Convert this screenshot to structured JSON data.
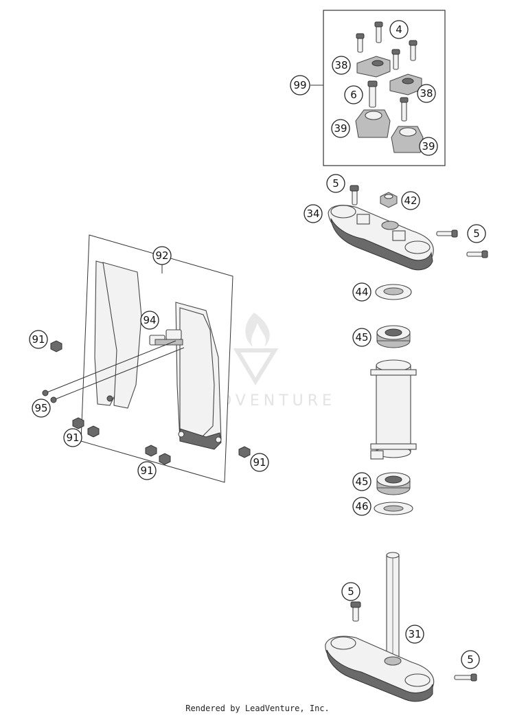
{
  "diagram": {
    "watermark": "LEADVENTURE",
    "footer": "Rendered by LeadVenture, Inc.",
    "callouts": [
      {
        "id": "c4",
        "label": "4"
      },
      {
        "id": "c38a",
        "label": "38"
      },
      {
        "id": "c99",
        "label": "99"
      },
      {
        "id": "c6",
        "label": "6"
      },
      {
        "id": "c38b",
        "label": "38"
      },
      {
        "id": "c39a",
        "label": "39"
      },
      {
        "id": "c39b",
        "label": "39"
      },
      {
        "id": "c5a",
        "label": "5"
      },
      {
        "id": "c42",
        "label": "42"
      },
      {
        "id": "c34",
        "label": "34"
      },
      {
        "id": "c5b",
        "label": "5"
      },
      {
        "id": "c92",
        "label": "92"
      },
      {
        "id": "c94",
        "label": "94"
      },
      {
        "id": "c91a",
        "label": "91"
      },
      {
        "id": "c95",
        "label": "95"
      },
      {
        "id": "c91b",
        "label": "91"
      },
      {
        "id": "c91c",
        "label": "91"
      },
      {
        "id": "c91d",
        "label": "91"
      },
      {
        "id": "c44",
        "label": "44"
      },
      {
        "id": "c45a",
        "label": "45"
      },
      {
        "id": "c45b",
        "label": "45"
      },
      {
        "id": "c46",
        "label": "46"
      },
      {
        "id": "c5c",
        "label": "5"
      },
      {
        "id": "c31",
        "label": "31"
      },
      {
        "id": "c5d",
        "label": "5"
      }
    ]
  }
}
